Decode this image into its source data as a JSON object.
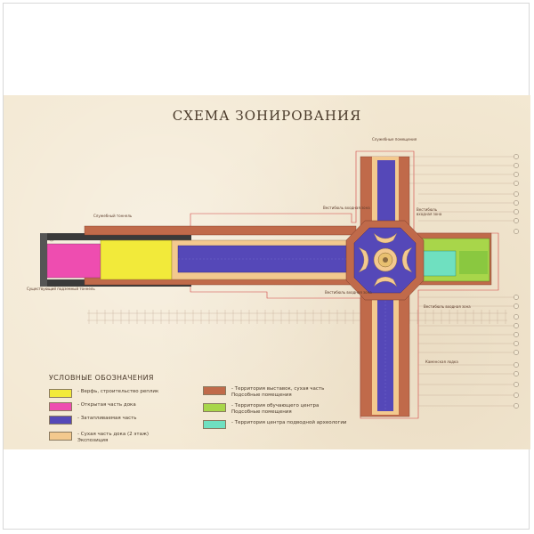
{
  "title": "СХЕМА ЗОНИРОВАНИЯ",
  "legend": {
    "title": "УСЛОВНЫЕ ОБОЗНАЧЕНИЯ",
    "items": [
      {
        "label": "- Верфь, строительство реплик",
        "color": "#f2ea3a"
      },
      {
        "label": "- Открытая часть дока",
        "color": "#ee4db0"
      },
      {
        "label": "- Затапливаемая часть",
        "color": "#5548b8"
      },
      {
        "label": "- Сухая часть дока (2 этаж)\nЭкспозиция",
        "color": "#f3c98e"
      },
      {
        "label": "- Территория выставок, сухая часть\nПодсобные помещения",
        "color": "#c06a4a"
      },
      {
        "label": "- Территория обучающего центра\nПодсобные помещения",
        "color": "#a8d64a"
      },
      {
        "label": "- Территория центра подводной археологии",
        "color": "#6fe0c0"
      }
    ]
  },
  "plan_labels": {
    "service_rooms": "Служебные помещения",
    "vestibule_entry": "Вестибюль входная зона",
    "vestibule": "Вестибюль",
    "entry_zone": "входная зона",
    "kaminskaya": "Каменская лодка",
    "service_tunnel": "Служебный тоннель",
    "submerged_tunnel": "Существующий подземный тоннель"
  }
}
